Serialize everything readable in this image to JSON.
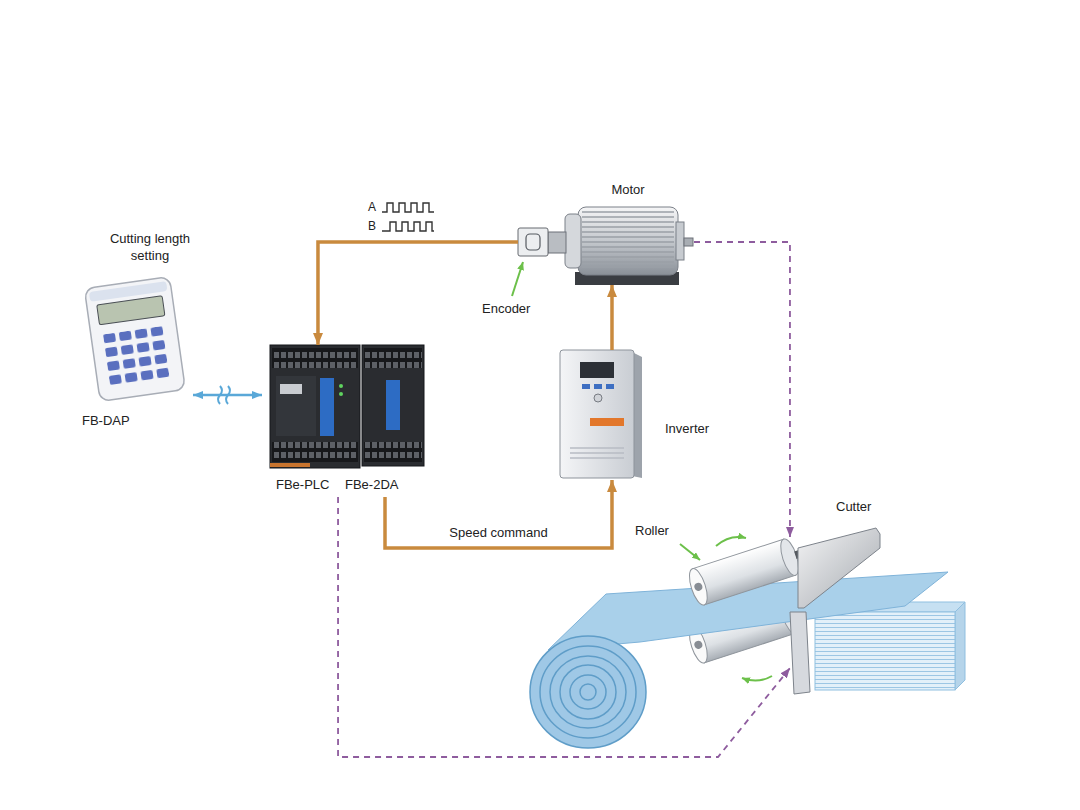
{
  "diagram": {
    "nodes": [
      {
        "text": [
          "Motor"
        ]
      },
      {
        "text": [
          "Encoder"
        ]
      },
      {
        "text": [
          "Cutting length setting",
          "FB-DAP"
        ]
      },
      {
        "text": [
          "FBe-PLC"
        ]
      },
      {
        "text": [
          "FBe-2DA"
        ]
      },
      {
        "text": [
          "Inverter"
        ]
      },
      {
        "text": [
          "Roller"
        ]
      },
      {
        "text": [
          "Cutter"
        ]
      }
    ],
    "edges": [
      {
        "from": 1,
        "to": 3,
        "arrow": "to"
      },
      {
        "from": 2,
        "to": 3,
        "arrow": "both"
      },
      {
        "from": 4,
        "to": 5,
        "label": "Speed command",
        "arrow": "to"
      },
      {
        "from": 5,
        "to": 0,
        "arrow": "to"
      },
      {
        "from": 0,
        "to": 6,
        "arrow": "to"
      },
      {
        "from": 3,
        "to": 7,
        "arrow": "to"
      }
    ],
    "labels": [
      "A",
      "B"
    ]
  }
}
